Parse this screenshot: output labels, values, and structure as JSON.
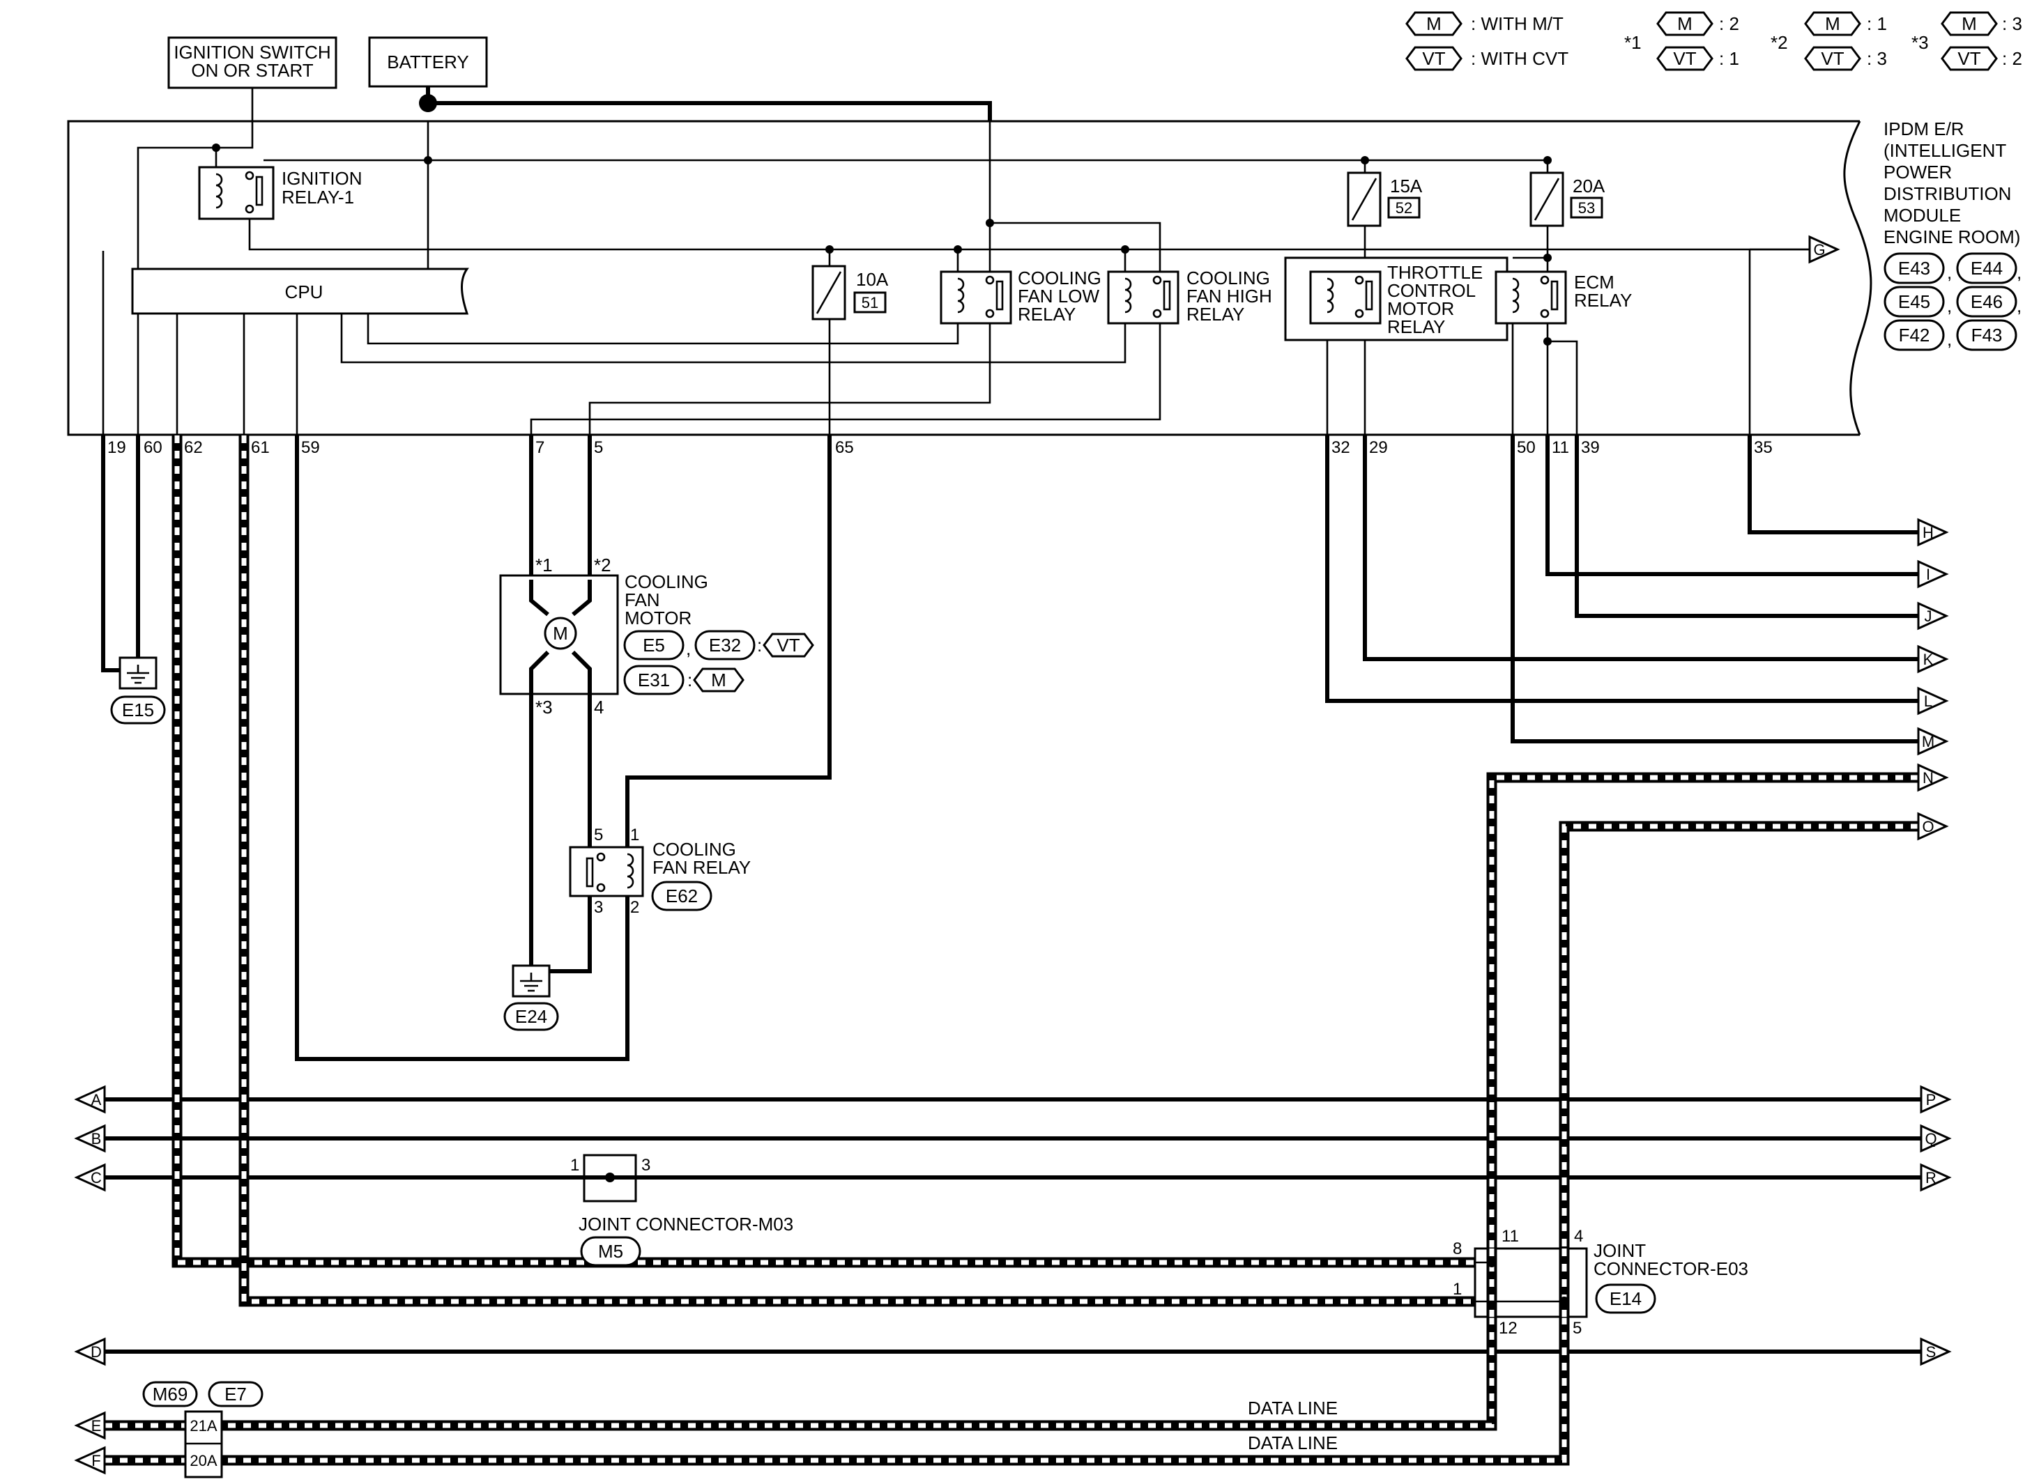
{
  "top_boxes": {
    "ignition_switch": [
      "IGNITION SWITCH",
      "ON OR START"
    ],
    "battery": "BATTERY"
  },
  "legend": {
    "with_mt": ": WITH M/T",
    "with_cvt": ": WITH CVT",
    "m_code": "M",
    "vt_code": "VT",
    "star1": {
      "mark": "*1",
      "m": ": 2",
      "vt": ": 1"
    },
    "star2": {
      "mark": "*2",
      "m": ": 1",
      "vt": ": 3"
    },
    "star3": {
      "mark": "*3",
      "m": ": 3",
      "vt": ": 2"
    }
  },
  "ipdm": {
    "title_lines": [
      "IPDM E/R",
      "(INTELLIGENT",
      "POWER",
      "DISTRIBUTION",
      "MODULE",
      "ENGINE ROOM)"
    ],
    "connectors": [
      "E43",
      "E44",
      "E45",
      "E46",
      "F42",
      "F43"
    ],
    "separator": ","
  },
  "relays": {
    "ignition_relay_1": [
      "IGNITION",
      "RELAY-1"
    ],
    "cooling_fan_low": [
      "COOLING",
      "FAN LOW",
      "RELAY"
    ],
    "cooling_fan_high": [
      "COOLING",
      "FAN HIGH",
      "RELAY"
    ],
    "throttle_control": [
      "THROTTLE",
      "CONTROL",
      "MOTOR",
      "RELAY"
    ],
    "ecm_relay": [
      "ECM",
      "RELAY"
    ]
  },
  "cpu": "CPU",
  "fuses": [
    {
      "rating": "10A",
      "number": "51"
    },
    {
      "rating": "15A",
      "number": "52"
    },
    {
      "rating": "20A",
      "number": "53"
    }
  ],
  "pins": {
    "p19": "19",
    "p60": "60",
    "p62": "62",
    "p61": "61",
    "p59": "59",
    "p7": "7",
    "p5": "5",
    "p65": "65",
    "p32": "32",
    "p29": "29",
    "p50": "50",
    "p11": "11",
    "p39": "39",
    "p35": "35"
  },
  "fan_motor": {
    "label": [
      "COOLING",
      "FAN",
      "MOTOR"
    ],
    "pin_tl": "*1",
    "pin_tr": "*2",
    "pin_bl": "*3",
    "pin_br": "4",
    "motor_symbol": "M",
    "conn_e5": "E5",
    "conn_e32": "E32",
    "conn_e31": "E31",
    "sep": ",",
    "colon": ":"
  },
  "fan_relay": {
    "label": [
      "COOLING",
      "FAN RELAY"
    ],
    "connector": "E62",
    "pin5": "5",
    "pin1": "1",
    "pin3": "3",
    "pin2": "2"
  },
  "grounds": {
    "e15": "E15",
    "e24": "E24"
  },
  "off_page_right": [
    "G",
    "H",
    "I",
    "J",
    "K",
    "L",
    "M",
    "N",
    "O",
    "P",
    "Q",
    "R",
    "S"
  ],
  "off_page_left": [
    "A",
    "B",
    "C",
    "D",
    "E",
    "F"
  ],
  "joint_m03": {
    "label": "JOINT CONNECTOR-M03",
    "connector": "M5",
    "pin1": "1",
    "pin3": "3"
  },
  "joint_e03": {
    "label": [
      "JOINT",
      "CONNECTOR-E03"
    ],
    "connector": "E14",
    "pin8": "8",
    "pin11": "11",
    "pin4": "4",
    "pin1": "1",
    "pin12": "12",
    "pin5": "5"
  },
  "data_lines": {
    "label": "DATA LINE",
    "conn_m69": "M69",
    "conn_e7": "E7",
    "pin_21a": "21A",
    "pin_20a": "20A"
  }
}
